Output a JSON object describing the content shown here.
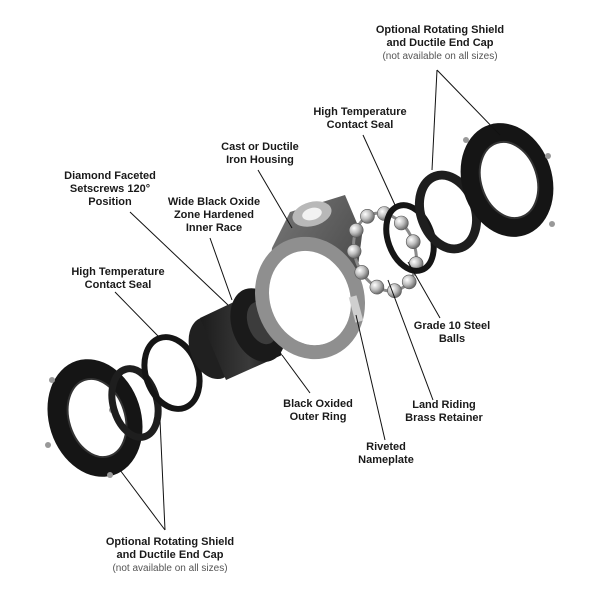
{
  "callouts": {
    "shield_top": {
      "line1": "Optional Rotating Shield",
      "line2": "and Ductile End Cap",
      "note": "(not available on all sizes)"
    },
    "seal_top": {
      "line1": "High Temperature",
      "line2": "Contact Seal"
    },
    "housing": {
      "line1": "Cast or Ductile",
      "line2": "Iron Housing"
    },
    "setscrews": {
      "line1": "Diamond Faceted",
      "line2": "Setscrews 120°",
      "line3": "Position"
    },
    "inner_race": {
      "line1": "Wide Black Oxide",
      "line2": "Zone Hardened",
      "line3": "Inner Race"
    },
    "seal_left": {
      "line1": "High Temperature",
      "line2": "Contact Seal"
    },
    "balls": {
      "line1": "Grade 10 Steel",
      "line2": "Balls"
    },
    "retainer": {
      "line1": "Land Riding",
      "line2": "Brass Retainer"
    },
    "outer_ring": {
      "line1": "Black Oxided",
      "line2": "Outer Ring"
    },
    "nameplate": {
      "line1": "Riveted",
      "line2": "Nameplate"
    },
    "shield_bottom": {
      "line1": "Optional Rotating Shield",
      "line2": "and Ductile End Cap",
      "note": "(not available on all sizes)"
    }
  },
  "colors": {
    "part_black": "#151515",
    "part_dark": "#2b2b2b",
    "housing_gray": "#5f5f5f",
    "housing_light": "#9a9a9a",
    "ball_silver": "#bdbdbd",
    "retainer_gray": "#8a8a8a"
  }
}
